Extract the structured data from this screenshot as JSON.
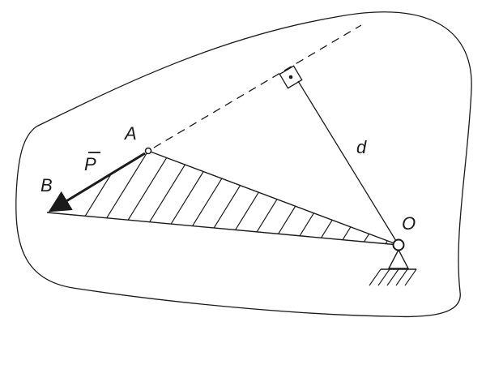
{
  "diagram": {
    "labels": {
      "point_a": "A",
      "point_b": "B",
      "point_o": "O",
      "force": "P",
      "distance": "d"
    },
    "colors": {
      "ink": "#1a1a1a",
      "background": "#ffffff"
    },
    "icons": {
      "force_vector": "arrow-icon",
      "pivot_support": "pin-support-icon",
      "right_angle": "right-angle-marker-icon"
    }
  }
}
